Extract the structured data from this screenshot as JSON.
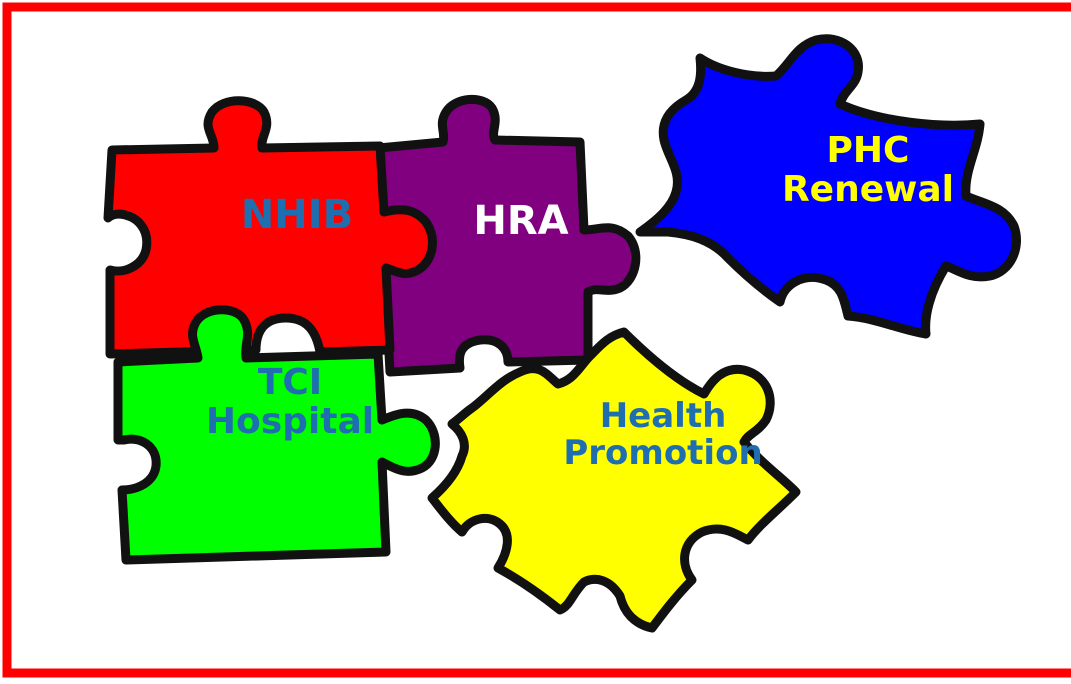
{
  "colors": {
    "border": "#ff0000",
    "outline": "#111111",
    "nhib_fill": "#ff0000",
    "hra_fill": "#800080",
    "phc_fill": "#0000ff",
    "tci_fill": "#00ff00",
    "health_fill": "#ffff00",
    "label_blue": "#1f6fb0",
    "label_white": "#ffffff",
    "label_yellow": "#ffff00"
  },
  "pieces": {
    "nhib": {
      "label": "NHIB",
      "icon": "puzzle-piece-icon"
    },
    "hra": {
      "label": "HRA",
      "icon": "puzzle-piece-icon"
    },
    "phc": {
      "label_line1": "PHC",
      "label_line2": "Renewal",
      "icon": "puzzle-piece-icon"
    },
    "tci": {
      "label_line1": "TCI",
      "label_line2": "Hospital",
      "icon": "puzzle-piece-icon"
    },
    "health": {
      "label_line1": "Health",
      "label_line2": "Promotion",
      "icon": "puzzle-piece-icon"
    }
  }
}
